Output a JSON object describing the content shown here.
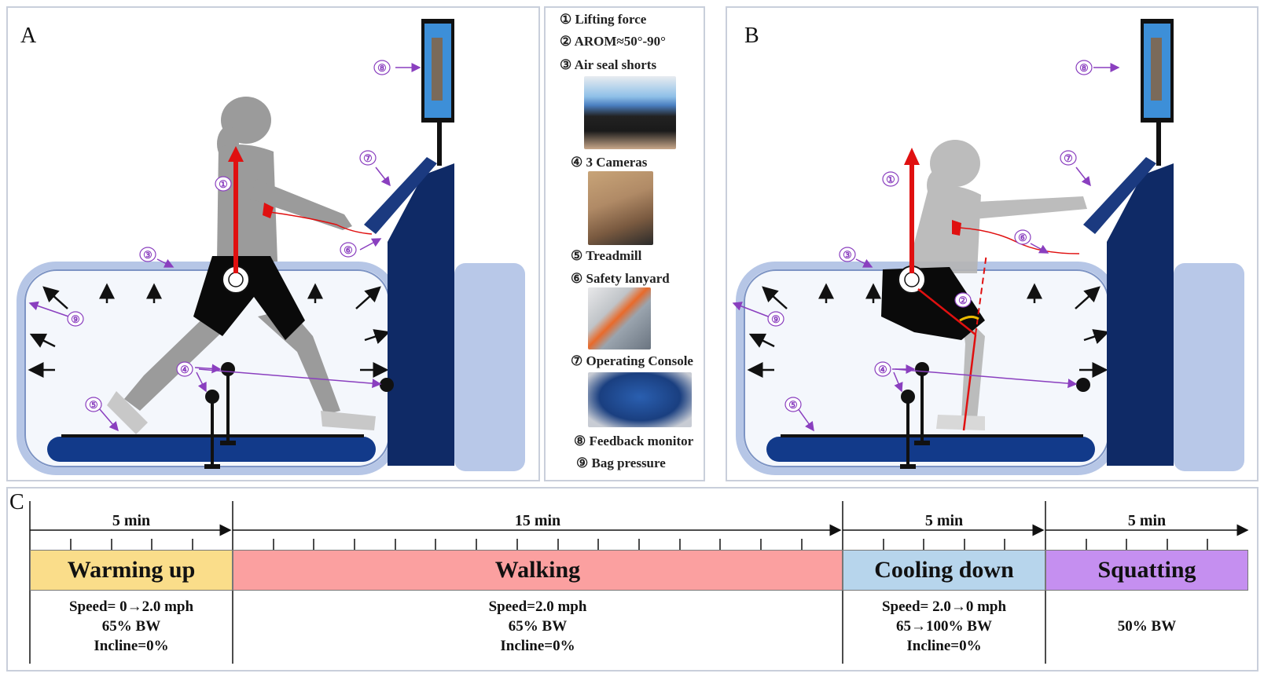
{
  "panels": {
    "a_label": "A",
    "b_label": "B",
    "c_label": "C"
  },
  "legend": [
    {
      "num": "①",
      "text": "Lifting force"
    },
    {
      "num": "②",
      "text": "AROM≈50°-90°"
    },
    {
      "num": "③",
      "text": "Air seal shorts"
    },
    {
      "num": "④",
      "text": "3 Cameras"
    },
    {
      "num": "⑤",
      "text": "Treadmill"
    },
    {
      "num": "⑥",
      "text": "Safety lanyard"
    },
    {
      "num": "⑦",
      "text": "Operating Console"
    },
    {
      "num": "⑧",
      "text": "Feedback monitor"
    },
    {
      "num": "⑨",
      "text": "Bag pressure"
    }
  ],
  "callouts": {
    "c1": "①",
    "c2": "②",
    "c3": "③",
    "c4": "④",
    "c5": "⑤",
    "c6": "⑥",
    "c7": "⑦",
    "c8": "⑧",
    "c9": "⑨"
  },
  "monitor_icon": "◀",
  "colors": {
    "navy": "#0f2a66",
    "lift_arrow": "#e01010",
    "callout": "#8a3fbf",
    "bag_fill": "#b8c8e8",
    "warming": "#fadd8a",
    "walking": "#fba0a0",
    "cooling": "#b7d5ec",
    "squatting": "#c58ff0"
  },
  "timeline": {
    "phases": [
      {
        "name": "Warming up",
        "duration": "5 min",
        "details": [
          "Speed= 0→2.0 mph",
          "65%  BW",
          "Incline=0%"
        ]
      },
      {
        "name": "Walking",
        "duration": "15 min",
        "details": [
          "Speed=2.0 mph",
          "65% BW",
          "Incline=0%"
        ]
      },
      {
        "name": "Cooling down",
        "duration": "5 min",
        "details": [
          "Speed= 2.0→0 mph",
          "65→100% BW",
          "Incline=0%"
        ]
      },
      {
        "name": "Squatting",
        "duration": "5 min",
        "details": [
          "50% BW"
        ]
      }
    ]
  }
}
